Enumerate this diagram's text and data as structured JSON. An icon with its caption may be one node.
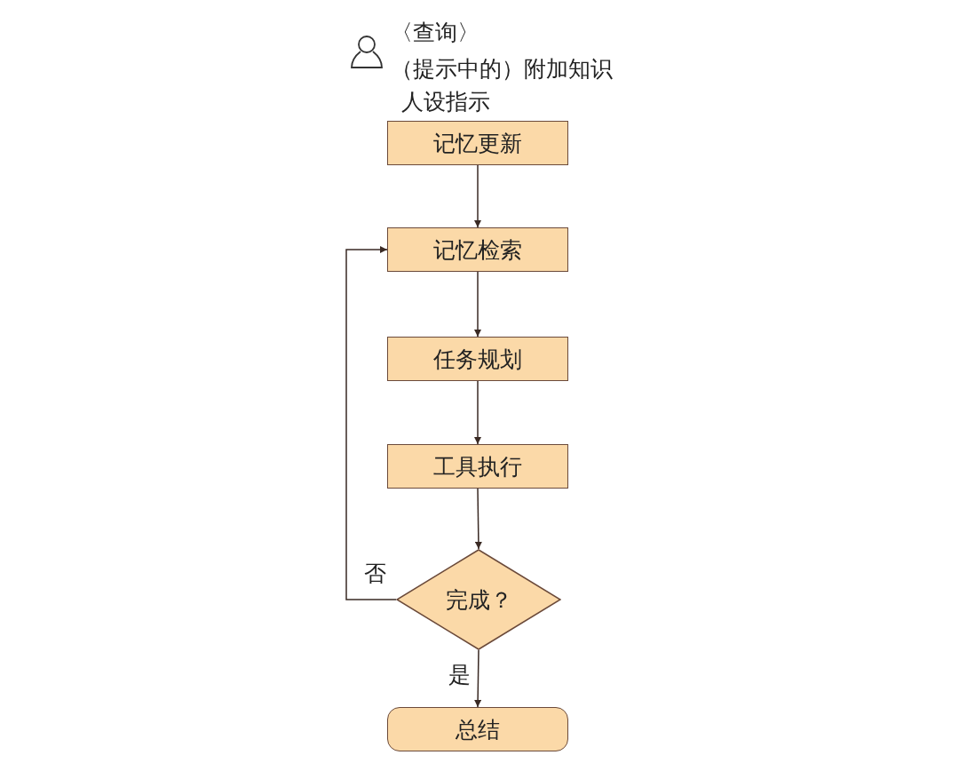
{
  "diagram": {
    "nodes": [
      {
        "text": [
          "记忆更新"
        ]
      },
      {
        "text": [
          "记忆检索"
        ]
      },
      {
        "text": [
          "任务规划"
        ]
      },
      {
        "text": [
          "工具执行"
        ]
      },
      {
        "text": [
          "完成？"
        ]
      },
      {
        "text": [
          "总结"
        ]
      }
    ],
    "edges": [
      {
        "from": 0,
        "to": 1,
        "arrow": "to"
      },
      {
        "from": 1,
        "to": 2,
        "arrow": "to"
      },
      {
        "from": 2,
        "to": 3,
        "arrow": "to"
      },
      {
        "from": 3,
        "to": 4,
        "arrow": "to"
      },
      {
        "from": 4,
        "to": 1,
        "arrow": "to",
        "label": "否"
      },
      {
        "from": 4,
        "to": 5,
        "arrow": "to",
        "label": "是"
      }
    ],
    "labels": [
      "〈查询〉",
      "（提示中的）附加知识",
      "人设指示"
    ]
  }
}
